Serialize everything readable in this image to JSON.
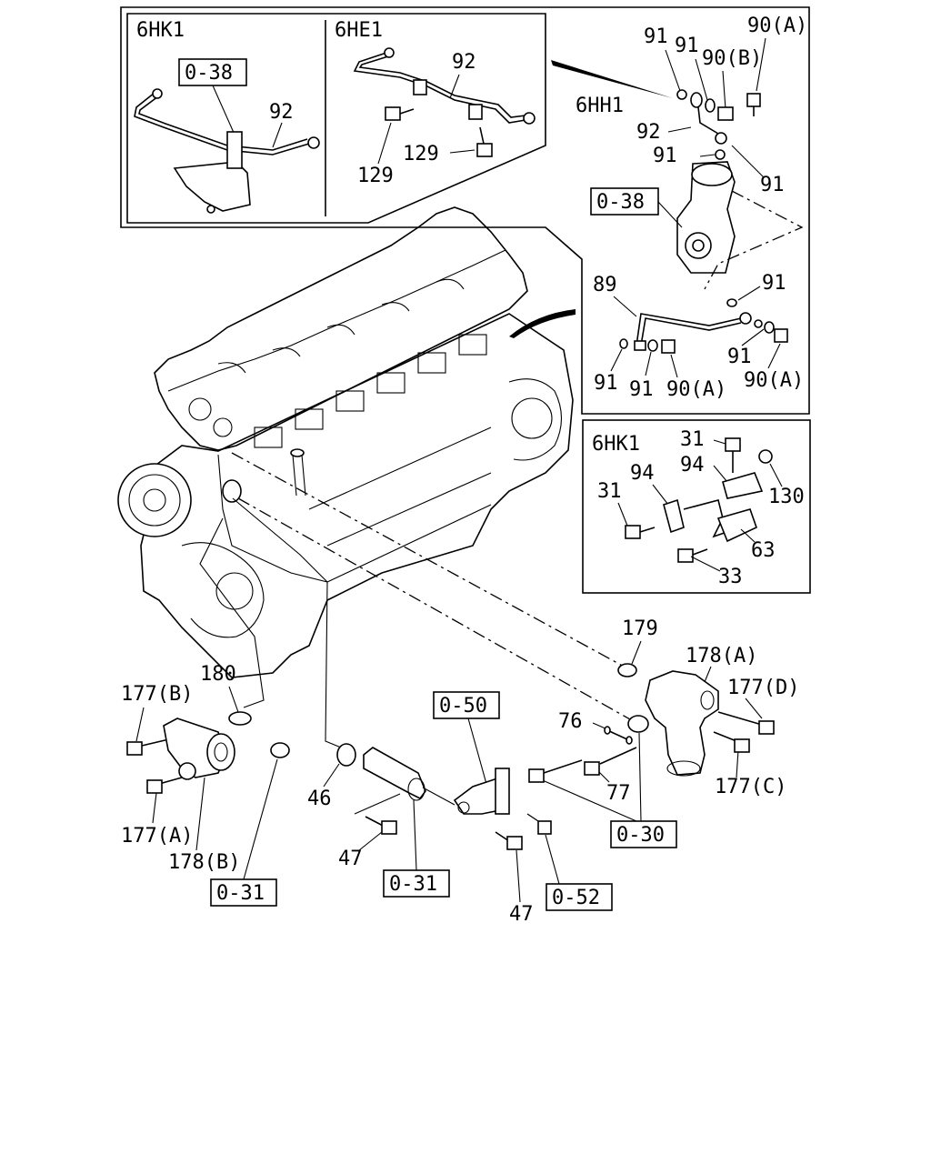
{
  "insets": {
    "top_left": {
      "title": "6HK1",
      "ref_box": "0-38",
      "part": "92"
    },
    "top_mid": {
      "title": "6HE1",
      "parts": [
        "92",
        "129",
        "129"
      ]
    },
    "top_right": {
      "title": "6HH1",
      "ref_box": "0-38",
      "parts": [
        "91",
        "91",
        "90(B)",
        "90(A)",
        "92",
        "91",
        "91",
        "91",
        "89",
        "91",
        "91",
        "90(A)",
        "91",
        "90(A)"
      ]
    },
    "mid_right": {
      "title": "6HK1",
      "parts": [
        "31",
        "94",
        "94",
        "130",
        "31",
        "63",
        "33"
      ]
    }
  },
  "callouts": {
    "c179": "179",
    "c178a": "178(A)",
    "c177d": "177(D)",
    "c177c": "177(C)",
    "c76": "76",
    "c77": "77",
    "c177b": "177(B)",
    "c180": "180",
    "c177a": "177(A)",
    "c178b": "178(B)",
    "c46": "46",
    "c47a": "47",
    "c47b": "47"
  },
  "ref_boxes": {
    "r050": "0-50",
    "r030": "0-30",
    "r031a": "0-31",
    "r031b": "0-31",
    "r052": "0-52"
  }
}
